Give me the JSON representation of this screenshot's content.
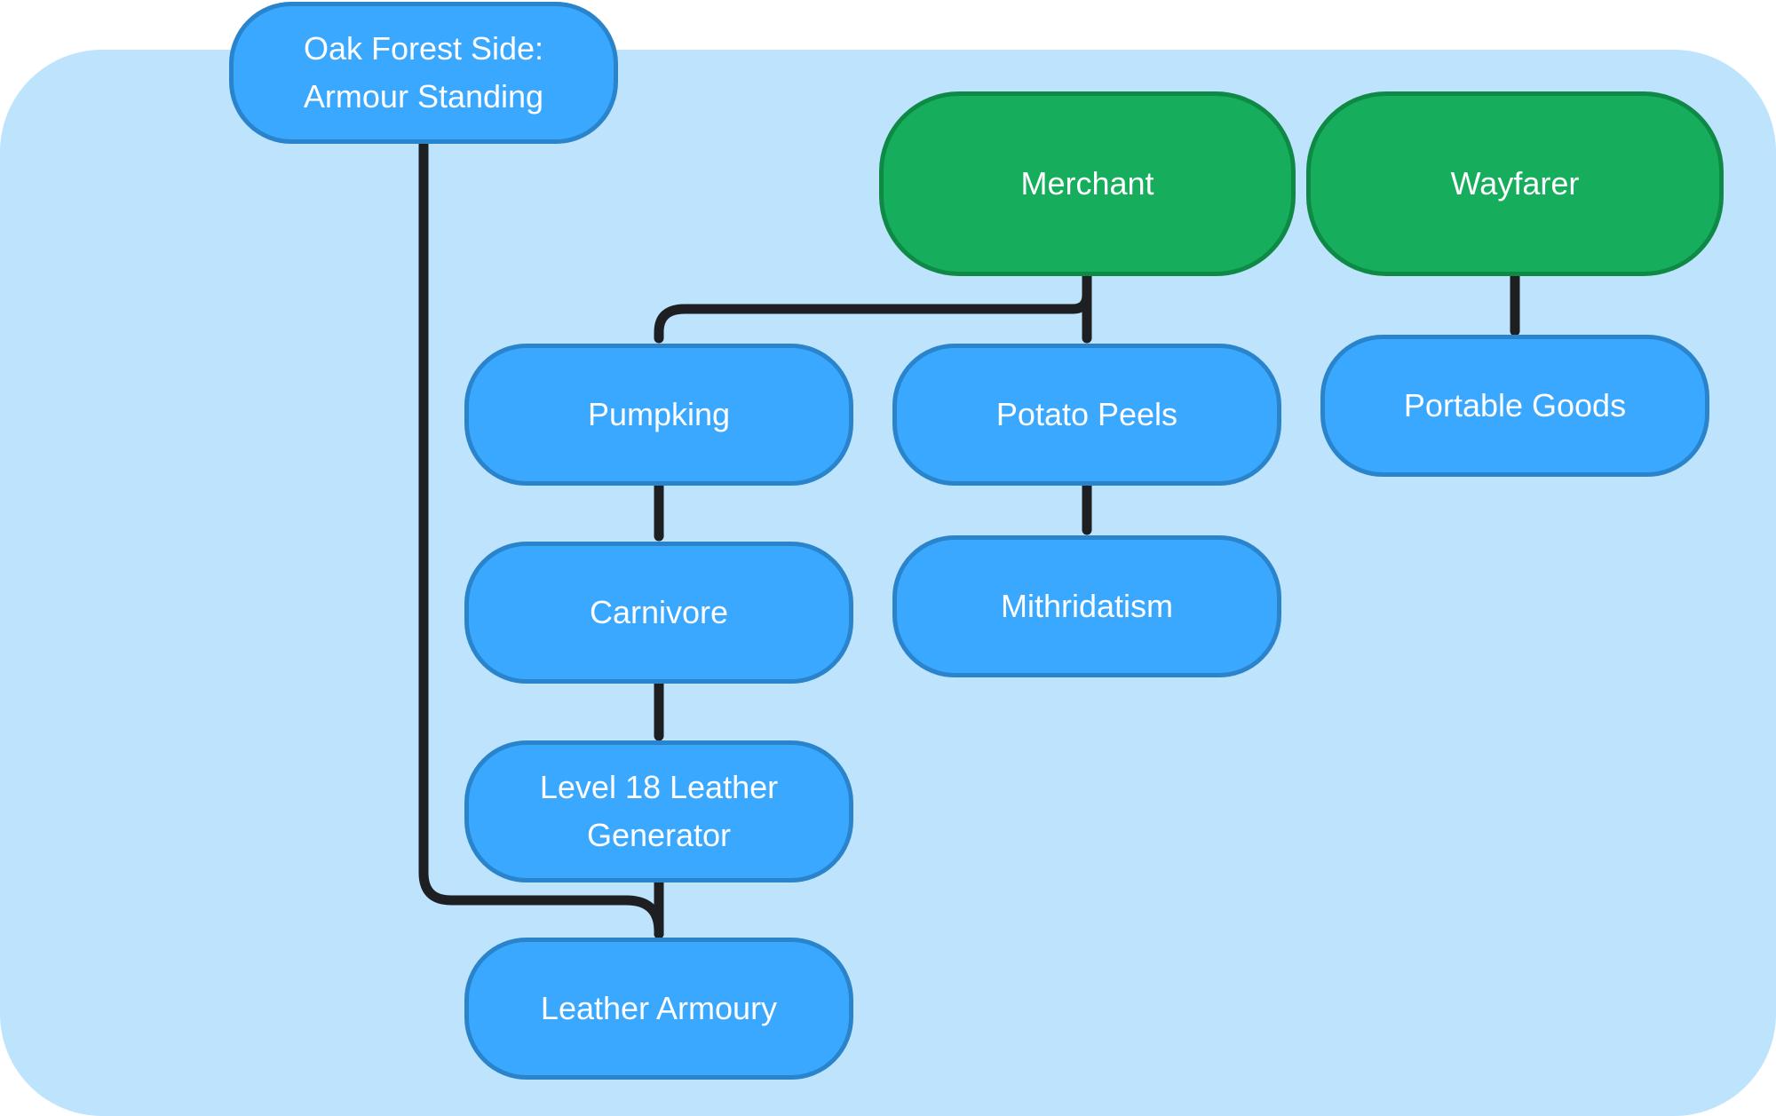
{
  "nodes": {
    "oak_forest_side": "Oak Forest Side:\nArmour Standing",
    "merchant": "Merchant",
    "wayfarer": "Wayfarer",
    "pumpking": "Pumpking",
    "potato_peels": "Potato Peels",
    "portable_goods": "Portable Goods",
    "carnivore": "Carnivore",
    "mithridatism": "Mithridatism",
    "level_18_leather_generator": "Level 18 Leather\nGenerator",
    "leather_armoury": "Leather Armoury"
  },
  "edges": [
    {
      "from": "merchant",
      "to": "pumpking"
    },
    {
      "from": "merchant",
      "to": "potato_peels"
    },
    {
      "from": "wayfarer",
      "to": "portable_goods"
    },
    {
      "from": "pumpking",
      "to": "carnivore"
    },
    {
      "from": "potato_peels",
      "to": "mithridatism"
    },
    {
      "from": "carnivore",
      "to": "level_18_leather_generator"
    },
    {
      "from": "level_18_leather_generator",
      "to": "leather_armoury"
    },
    {
      "from": "oak_forest_side",
      "to": "leather_armoury"
    }
  ],
  "colors": {
    "background_panel": "#bee3fc",
    "node_blue": "#3ba8ff",
    "node_green": "#16ae5c",
    "connector": "#1d1f22",
    "text": "#ffffff"
  }
}
